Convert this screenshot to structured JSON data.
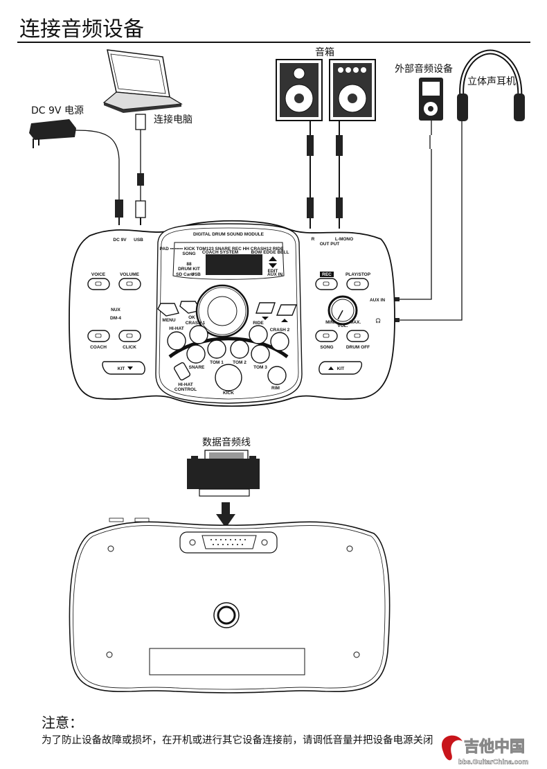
{
  "title": "连接音频设备",
  "top": {
    "power_label": "DC 9V 电源",
    "computer_label": "连接电脑",
    "speakers_label": "音箱",
    "external_audio_label": "外部音频设备",
    "headphones_label": "立体声耳机"
  },
  "module": {
    "header": "DIGITAL DRUM SOUND MODULE",
    "brand": "NUX",
    "model": "DM-4",
    "ports": {
      "dc": "DC 9V",
      "usb": "USB",
      "r": "R",
      "lmono": "L-MONO",
      "output": "OUT PUT",
      "aux_in": "AUX IN"
    },
    "lcd": {
      "top_row": "PAD ▪▪▪▪▪▪▪▪ KICK TOM123 SNARE REC HH CRASH12 RIDE",
      "song": "SONG",
      "digits": "88",
      "drum_kit": "DRUM KIT",
      "coach_system": "COACH SYSTEM",
      "modes": "BOW EDGE BELL",
      "edit": "EDIT",
      "sd_card": "SD Card",
      "usb": "USB",
      "aux_in": "AUX IN"
    },
    "buttons": {
      "voice": "VOICE",
      "volume": "VOLUME",
      "coach": "COACH",
      "click": "CLICK",
      "kit_down": "KIT",
      "kit_up": "KIT",
      "menu": "MENU",
      "ok": "OK",
      "rec": "REC",
      "play_stop": "PLAY/STOP",
      "song": "SONG",
      "drum_off": "DRUM OFF"
    },
    "pads": {
      "hihat": "HI-HAT",
      "crash1": "CRASH 1",
      "ride": "RIDE",
      "crash2": "CRASH 2",
      "snare": "SNARE",
      "tom1": "TOM 1",
      "tom2": "TOM 2",
      "tom3": "TOM 3",
      "kick": "KICK",
      "rim": "RIM",
      "hihat_control_1": "HI-HAT",
      "hihat_control_2": "CONTROL"
    },
    "knob": {
      "label": "VOL.",
      "min": "MIN.",
      "max": "MAX."
    }
  },
  "bottom": {
    "cable_label": "数据音频线"
  },
  "notice": {
    "heading": "注意：",
    "text": "为了防止设备故障或损坏，在开机或进行其它设备连接前，请调低音量并把设备电源关闭"
  },
  "watermark": {
    "name": "吉他中国",
    "url": "bbs.GuitarChina.com"
  }
}
